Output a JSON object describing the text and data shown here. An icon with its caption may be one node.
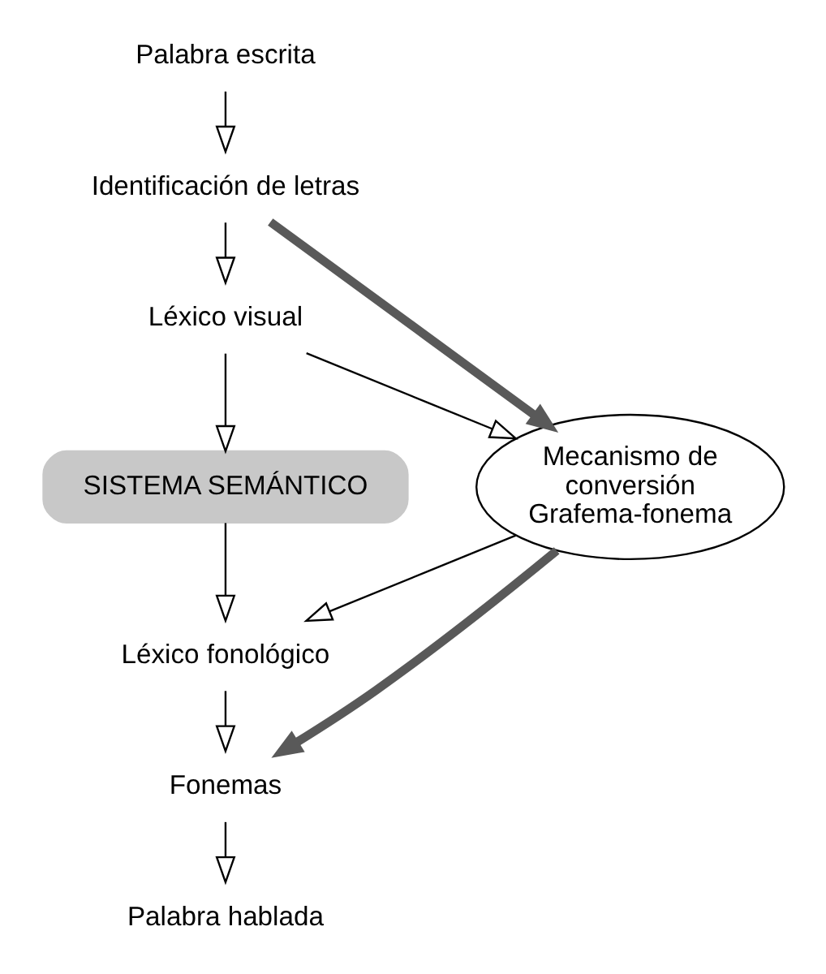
{
  "diagram": {
    "nodes": [
      {
        "text": [
          "Palabra escrita"
        ]
      },
      {
        "text": [
          "Identificación de letras"
        ]
      },
      {
        "text": [
          "Léxico visual"
        ]
      },
      {
        "text": [
          "SISTEMA SEMÁNTICO"
        ]
      },
      {
        "text": [
          "Mecanismo de conversión Grafema-fonema"
        ]
      },
      {
        "text": [
          "Léxico fonológico"
        ]
      },
      {
        "text": [
          "Fonemas"
        ]
      },
      {
        "text": [
          "Palabra hablada"
        ]
      }
    ],
    "edges": [
      {
        "from": 0,
        "to": 1,
        "arrow": "to"
      },
      {
        "from": 1,
        "to": 2,
        "arrow": "to"
      },
      {
        "from": 2,
        "to": 3,
        "arrow": "to"
      },
      {
        "from": 3,
        "to": 5,
        "arrow": "to"
      },
      {
        "from": 5,
        "to": 6,
        "arrow": "to"
      },
      {
        "from": 6,
        "to": 7,
        "arrow": "to"
      },
      {
        "from": 1,
        "to": 4,
        "arrow": "to",
        "style": "thick",
        "color": "#595959"
      },
      {
        "from": 2,
        "to": 4,
        "arrow": "to"
      },
      {
        "from": 4,
        "to": 5,
        "arrow": "to"
      },
      {
        "from": 4,
        "to": 6,
        "arrow": "to",
        "style": "thick",
        "color": "#595959"
      }
    ]
  }
}
